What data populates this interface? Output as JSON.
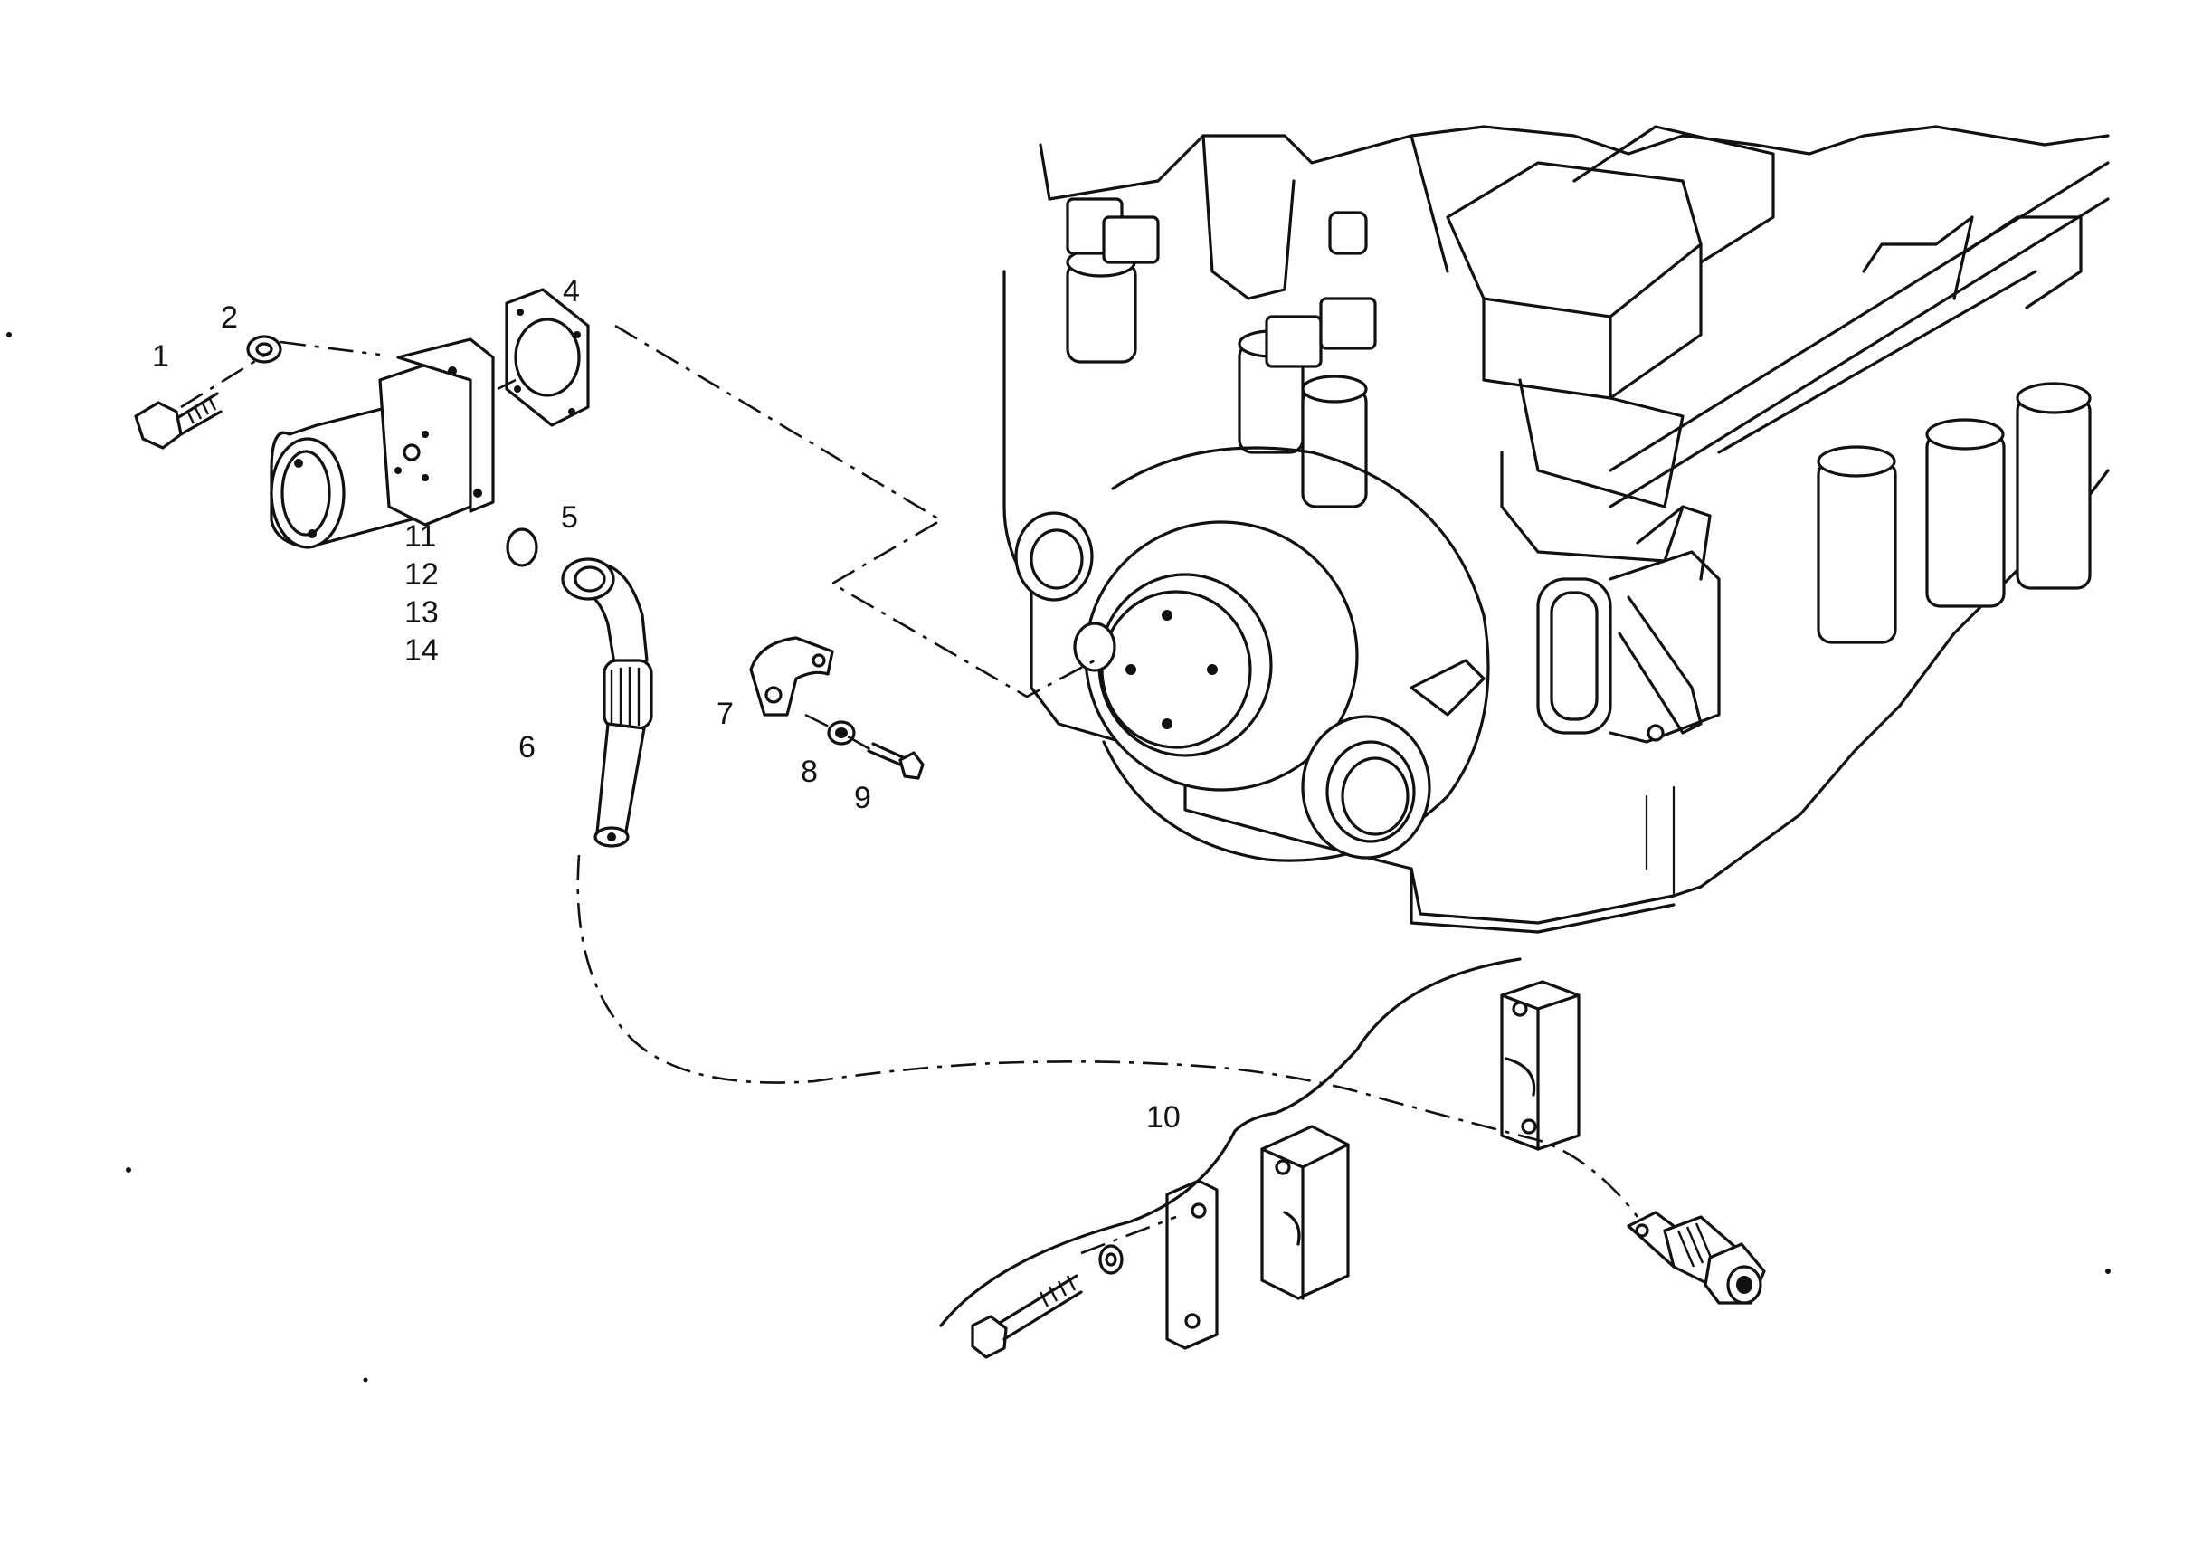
{
  "diagram": {
    "callouts": [
      "1",
      "2",
      "4",
      "5",
      "11",
      "12",
      "13",
      "14",
      "6",
      "7",
      "8",
      "9",
      "10"
    ],
    "style": {
      "line_color": "#111111",
      "background": "#ffffff"
    }
  }
}
